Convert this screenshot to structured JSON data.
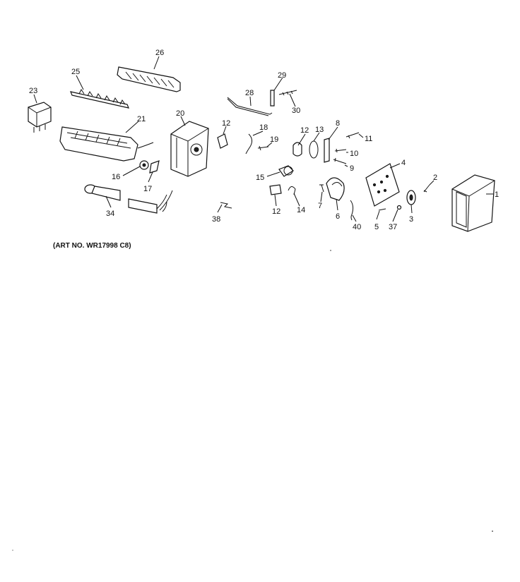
{
  "caption": "(ART NO. WR17998 C8)",
  "callouts": [
    "26",
    "25",
    "29",
    "23",
    "28",
    "30",
    "21",
    "20",
    "12",
    "18",
    "12",
    "13",
    "8",
    "19",
    "11",
    "10",
    "9",
    "16",
    "17",
    "15",
    "4",
    "2",
    "1",
    "34",
    "12",
    "14",
    "7",
    "6",
    "40",
    "5",
    "37",
    "3",
    "38"
  ]
}
